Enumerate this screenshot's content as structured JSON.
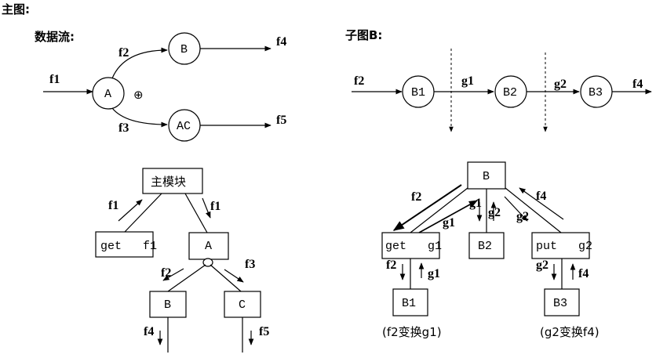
{
  "main_title": "主图:",
  "dataflow_title": "数据流:",
  "subgraph_title": "子图B:",
  "dataflow": {
    "nodes": {
      "A": "A",
      "B": "B",
      "AC": "AC"
    },
    "labels": {
      "f1": "f1",
      "f2": "f2",
      "f3": "f3",
      "f4": "f4",
      "f5": "f5"
    },
    "symbol": "⊕"
  },
  "subgraph": {
    "nodes": {
      "B1": "B1",
      "B2": "B2",
      "B3": "B3"
    },
    "labels": {
      "f2": "f2",
      "g1": "g1",
      "g2": "g2",
      "f4": "f4"
    }
  },
  "left_tree": {
    "root": "主模块",
    "get": "get   f1",
    "A": "A",
    "B": "B",
    "C": "C",
    "labels": {
      "f1_up": "f1",
      "f1_down": "f1",
      "f2": "f2",
      "f3": "f3",
      "f4": "f4",
      "f5": "f5"
    }
  },
  "right_tree": {
    "root": "B",
    "get": "get   g1",
    "B2": "B2",
    "put": "put   g2",
    "B1": "B1",
    "B3": "B3",
    "labels": {
      "f2_up": "f2",
      "g1_diag": "g1",
      "g1_mid": "g1",
      "g2_mid": "g2",
      "g2_diag": "g2",
      "f4_diag": "f4",
      "f2_down": "f2",
      "g1_up": "g1",
      "g2_down": "g2",
      "f4_up": "f4"
    },
    "caption_left": "(f2变换g1)",
    "caption_right": "(g2变换f4)"
  }
}
